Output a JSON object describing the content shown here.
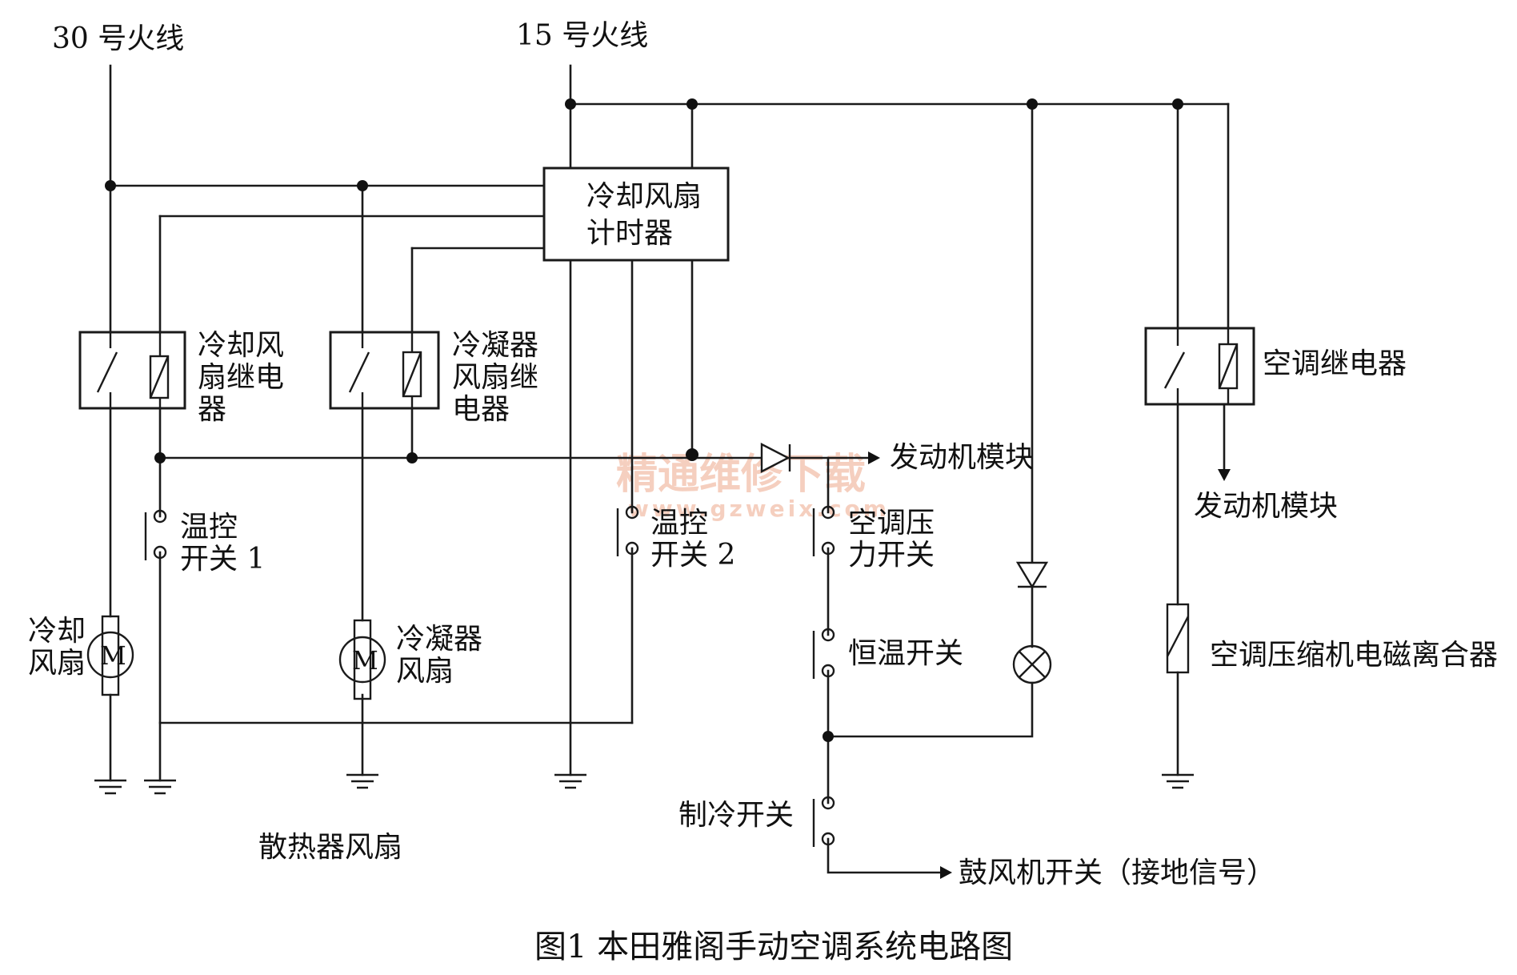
{
  "labels": {
    "line30": "30 号火线",
    "line15": "15 号火线",
    "timer_line1": "冷却风扇",
    "timer_line2": "计时器",
    "cool_relay_1": "冷却风",
    "cool_relay_2": "扇继电",
    "cool_relay_3": "器",
    "cond_relay_1": "冷凝器",
    "cond_relay_2": "风扇继",
    "cond_relay_3": "电器",
    "ac_relay": "空调继电器",
    "engine_module_1": "发动机模块",
    "engine_module_2": "发动机模块",
    "thermo1_1": "温控",
    "thermo1_2": "开关 1",
    "thermo2_1": "温控",
    "thermo2_2": "开关 2",
    "ac_press_1": "空调压",
    "ac_press_2": "力开关",
    "const_temp": "恒温开关",
    "cool_fan_1": "冷却",
    "cool_fan_2": "风扇",
    "cond_fan_1": "冷凝器",
    "cond_fan_2": "风扇",
    "clutch": "空调压缩机电磁离合器",
    "radiator_fan": "散热器风扇",
    "refrig_switch": "制冷开关",
    "blower": "鼓风机开关（接地信号）",
    "motor": "M",
    "caption": "图1  本田雅阁手动空调系统电路图"
  },
  "watermark": {
    "text_cn": "精通维修下载",
    "text_url": "www.gzweix.com",
    "color": "#f4c7b4"
  },
  "colors": {
    "wire": "#1a1a1a",
    "background": "#ffffff"
  }
}
